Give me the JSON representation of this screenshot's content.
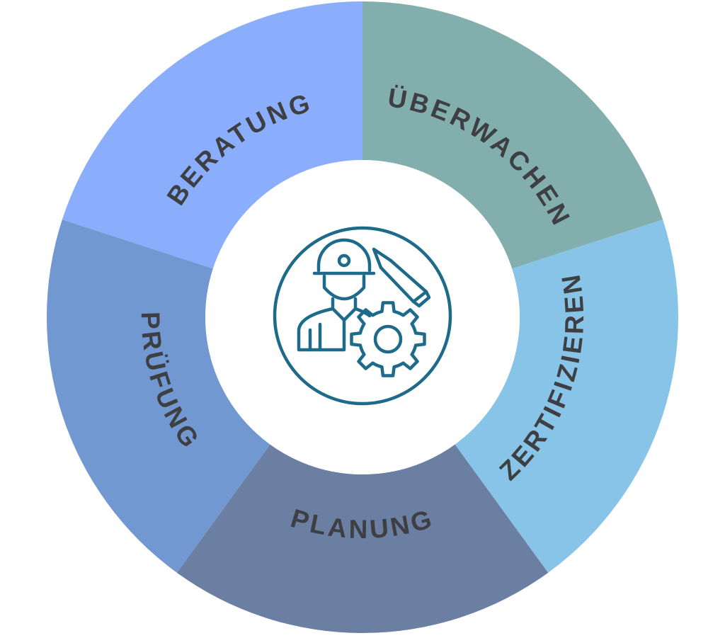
{
  "colors": {
    "text": "#3d3f42",
    "center_fill": "#ffffff",
    "icon_stroke": "#1e6a8a",
    "divider": "#ffffff"
  },
  "segments": [
    {
      "id": "beratung",
      "label": "BERATUNG",
      "color": "#8aaefc"
    },
    {
      "id": "ueberwachen",
      "label": "ÜBERWACHEN",
      "color": "#82afae"
    },
    {
      "id": "zertifizieren",
      "label": "ZERTIFIZIEREN",
      "color": "#88c3e8"
    },
    {
      "id": "planung",
      "label": "PLANUNG",
      "color": "#6b7fa3"
    },
    {
      "id": "pruefung",
      "label": "PRÜFUNG",
      "color": "#7198d0"
    }
  ],
  "center_icon": "engineer-with-gear-and-pencil-icon"
}
